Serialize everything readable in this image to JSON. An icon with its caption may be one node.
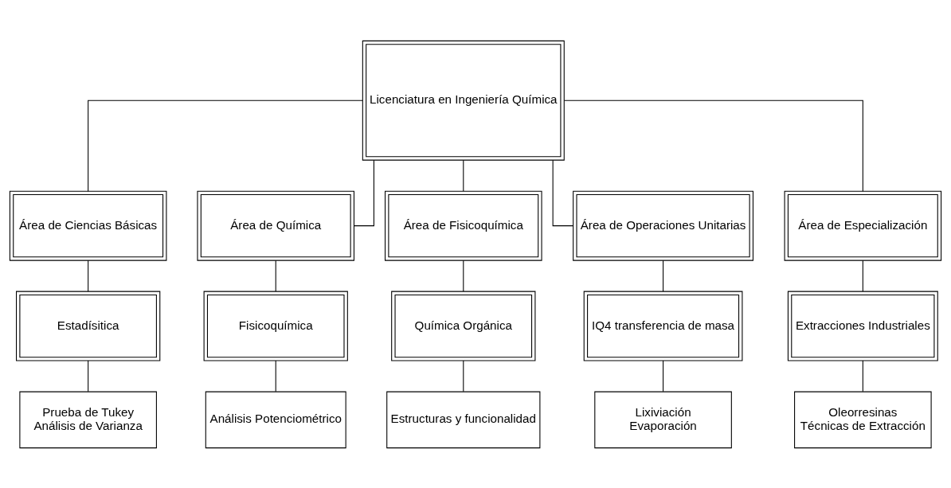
{
  "diagram": {
    "nodes": [
      {
        "text": [
          "Licenciatura en Ingeniería Química"
        ]
      },
      {
        "text": [
          "Área de Ciencias Básicas"
        ]
      },
      {
        "text": [
          "Área de Química"
        ]
      },
      {
        "text": [
          "Área de Fisicoquímica"
        ]
      },
      {
        "text": [
          "Área de Operaciones Unitarias"
        ]
      },
      {
        "text": [
          "Área de Especialización"
        ]
      },
      {
        "text": [
          "Estadísitica"
        ]
      },
      {
        "text": [
          "Fisicoquímica"
        ]
      },
      {
        "text": [
          "Química Orgánica"
        ]
      },
      {
        "text": [
          "IQ4 transferencia de masa"
        ]
      },
      {
        "text": [
          "Extracciones Industriales"
        ]
      },
      {
        "text": [
          "Prueba de Tukey",
          "Análisis de Varianza"
        ]
      },
      {
        "text": [
          "Análisis Potenciométrico"
        ]
      },
      {
        "text": [
          "Estructuras y funcionalidad"
        ]
      },
      {
        "text": [
          "Lixiviación",
          "Evaporación"
        ]
      },
      {
        "text": [
          "Oleorresinas",
          "Técnicas de Extracción"
        ]
      }
    ],
    "edges": [
      {
        "from": 0,
        "to": 1,
        "arrow": "none"
      },
      {
        "from": 0,
        "to": 2,
        "arrow": "none"
      },
      {
        "from": 0,
        "to": 3,
        "arrow": "none"
      },
      {
        "from": 0,
        "to": 4,
        "arrow": "none"
      },
      {
        "from": 0,
        "to": 5,
        "arrow": "none"
      },
      {
        "from": 1,
        "to": 6,
        "arrow": "none"
      },
      {
        "from": 2,
        "to": 7,
        "arrow": "none"
      },
      {
        "from": 3,
        "to": 8,
        "arrow": "none"
      },
      {
        "from": 4,
        "to": 9,
        "arrow": "none"
      },
      {
        "from": 5,
        "to": 10,
        "arrow": "none"
      },
      {
        "from": 6,
        "to": 11,
        "arrow": "none"
      },
      {
        "from": 7,
        "to": 12,
        "arrow": "none"
      },
      {
        "from": 8,
        "to": 13,
        "arrow": "none"
      },
      {
        "from": 9,
        "to": 14,
        "arrow": "none"
      },
      {
        "from": 10,
        "to": 15,
        "arrow": "none"
      }
    ]
  }
}
